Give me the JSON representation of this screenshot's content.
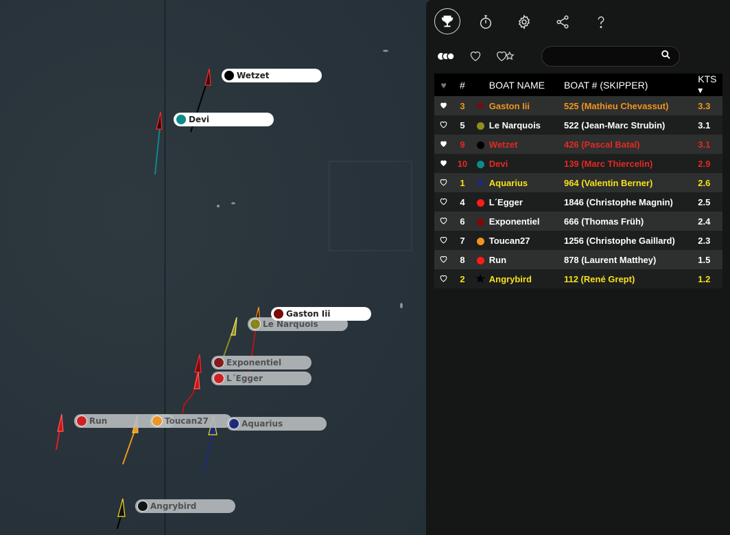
{
  "map": {
    "boats": [
      {
        "name": "Wetzet",
        "dot": "#000000",
        "active": true
      },
      {
        "name": "Devi",
        "dot": "#0d8a8a",
        "active": true
      },
      {
        "name": "Gaston Iii",
        "dot": "#7a0b0b",
        "active": true
      },
      {
        "name": "Le Narquois",
        "dot": "#8e8e1e",
        "active": false
      },
      {
        "name": "Exponentiel",
        "dot": "#8b1a1a",
        "active": false
      },
      {
        "name": "L´Egger",
        "dot": "#e02020",
        "active": false
      },
      {
        "name": "Run",
        "dot": "#e02020",
        "active": false
      },
      {
        "name": "Toucan27",
        "dot": "#f0951c",
        "active": false
      },
      {
        "name": "Aquarius",
        "dot": "#1b2a80",
        "active": false
      },
      {
        "name": "Angrybird",
        "dot": "#111111",
        "active": false
      }
    ]
  },
  "panel": {
    "tabs": [
      {
        "icon": "trophy-icon",
        "glyph": "🏆"
      },
      {
        "icon": "stopwatch-icon",
        "glyph": "⏱"
      },
      {
        "icon": "gear-icon",
        "glyph": "⚙"
      },
      {
        "icon": "share-icon",
        "glyph": "⋖"
      },
      {
        "icon": "help-icon",
        "glyph": "?"
      }
    ],
    "filters": {
      "toggle": "all-toggle-icon",
      "heart": "♡",
      "heart_star": "♡☆"
    },
    "search": {
      "value": "",
      "placeholder": ""
    },
    "table": {
      "headers": {
        "heart": "♥",
        "rank": "#",
        "boat_name": "BOAT NAME",
        "boat_num": "BOAT # (SKIPPER)",
        "kts": "KTS ▾"
      },
      "rows": [
        {
          "fav": true,
          "rank": "3",
          "marker": "star",
          "marker_color": "#7a0b0b",
          "name": "Gaston Iii",
          "num": "525 (Mathieu Chevassut)",
          "kts": "3.3",
          "color": "o"
        },
        {
          "fav": false,
          "rank": "5",
          "marker": "circle",
          "marker_color": "#8e8e1e",
          "name": "Le Narquois",
          "num": "522 (Jean-Marc Strubin)",
          "kts": "3.1",
          "color": "w"
        },
        {
          "fav": true,
          "rank": "9",
          "marker": "circle",
          "marker_color": "#000000",
          "name": "Wetzet",
          "num": "426 (Pascal Batal)",
          "kts": "3.1",
          "color": "r"
        },
        {
          "fav": true,
          "rank": "10",
          "marker": "circle",
          "marker_color": "#0d8a8a",
          "name": "Devi",
          "num": "139 (Marc Thiercelin)",
          "kts": "2.9",
          "color": "r"
        },
        {
          "fav": false,
          "rank": "1",
          "marker": "star",
          "marker_color": "#1b2a80",
          "name": "Aquarius",
          "num": "964 (Valentin Berner)",
          "kts": "2.6",
          "color": "y"
        },
        {
          "fav": false,
          "rank": "4",
          "marker": "circle",
          "marker_color": "#ff1a1a",
          "name": "L´Egger",
          "num": "1846 (Christophe Magnin)",
          "kts": "2.5",
          "color": "w"
        },
        {
          "fav": false,
          "rank": "6",
          "marker": "circle",
          "marker_color": "#7a0b0b",
          "name": "Exponentiel",
          "num": "666 (Thomas Früh)",
          "kts": "2.4",
          "color": "w"
        },
        {
          "fav": false,
          "rank": "7",
          "marker": "circle",
          "marker_color": "#f0951c",
          "name": "Toucan27",
          "num": "1256 (Christophe Gaillard)",
          "kts": "2.3",
          "color": "w"
        },
        {
          "fav": false,
          "rank": "8",
          "marker": "circle",
          "marker_color": "#ff1a1a",
          "name": "Run",
          "num": "878 (Laurent Matthey)",
          "kts": "1.5",
          "color": "w"
        },
        {
          "fav": false,
          "rank": "2",
          "marker": "star",
          "marker_color": "#000000",
          "name": "Angrybird",
          "num": "112 (René Grept)",
          "kts": "1.2",
          "color": "y"
        }
      ]
    }
  }
}
